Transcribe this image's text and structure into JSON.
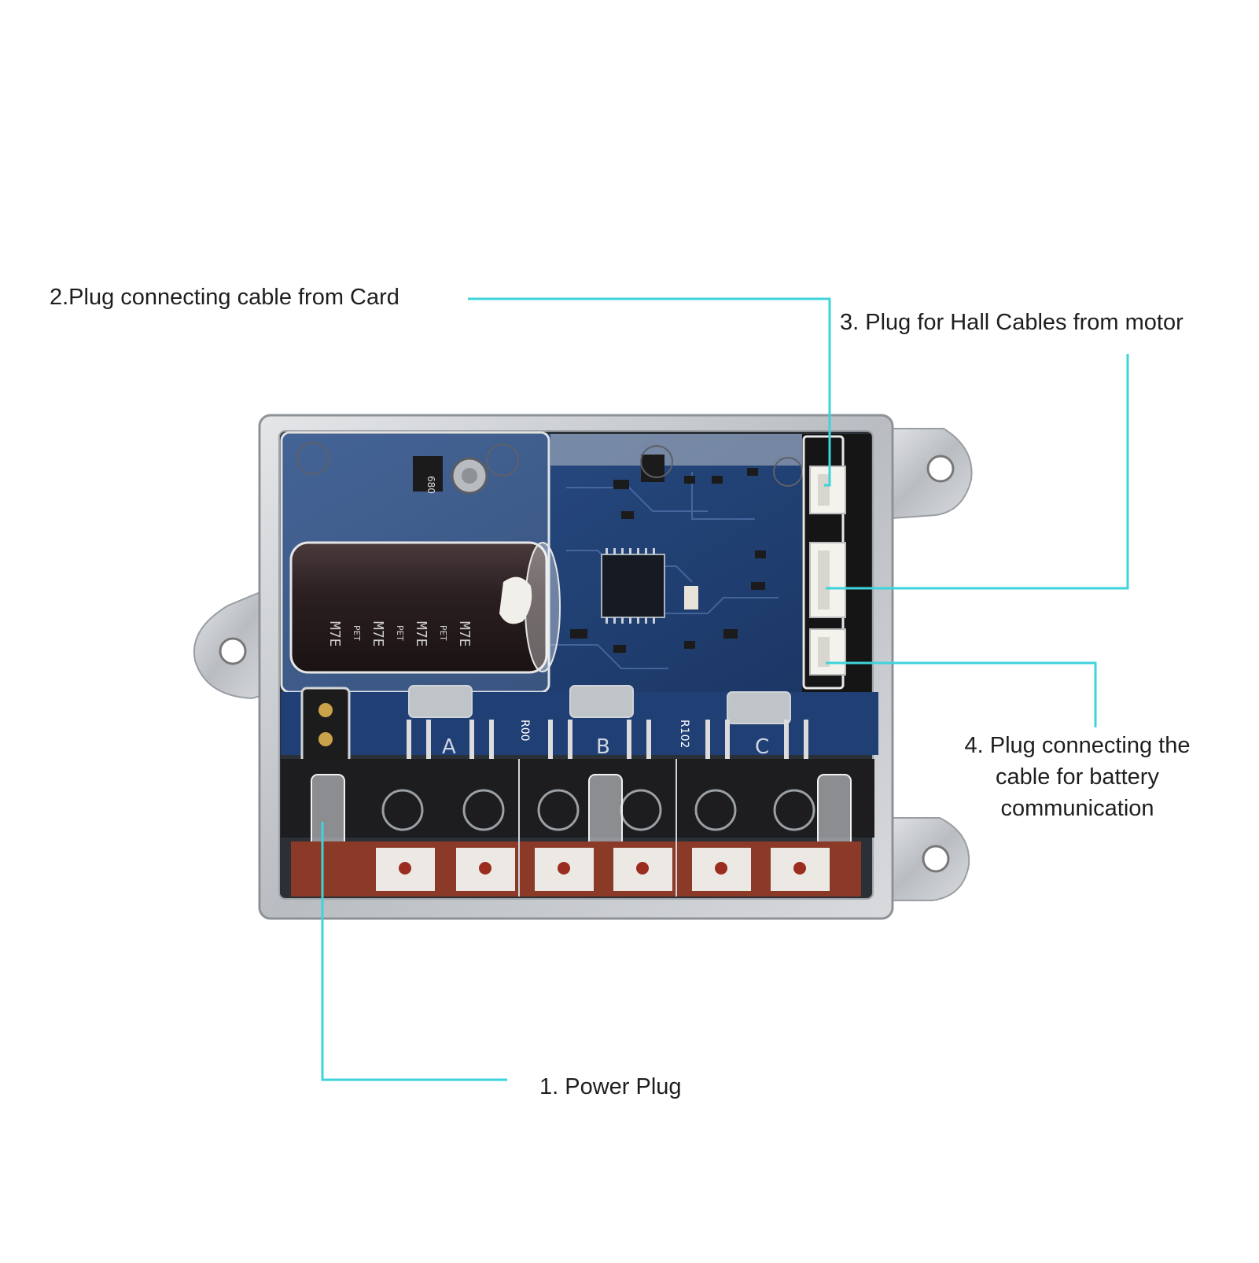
{
  "callouts": {
    "power_plug": "1. Power Plug",
    "card_plug": "2.Plug connecting cable from Card",
    "hall_plug": "3. Plug for Hall Cables from motor",
    "battery_plug": [
      "4. Plug connecting the",
      "cable for battery",
      "communication"
    ]
  },
  "board_markings": {
    "capacitor_text": [
      "M7E",
      "PET",
      "M7E",
      "PET",
      "M7E",
      "PET",
      "M7E"
    ],
    "resistor_code": "680",
    "r_labels": [
      "R00",
      "R102"
    ],
    "phase_labels": [
      "A",
      "B",
      "C"
    ]
  },
  "colors": {
    "callout_line": "#3fd3dc",
    "pcb": "#1f3f73",
    "housing": "#c9ccd0",
    "capacitor": "#2e2224",
    "copper_pad": "#8a3a26"
  }
}
